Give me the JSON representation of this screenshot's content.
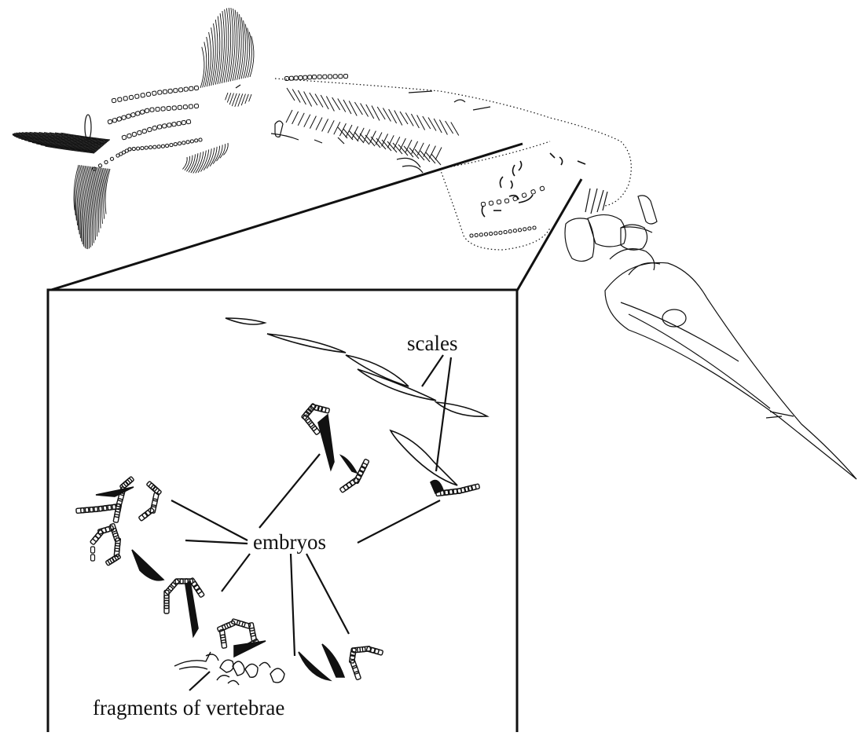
{
  "labels": {
    "scales": "scales",
    "embryos": "embryos",
    "fragments": "fragments of vertebrae"
  },
  "colors": {
    "ink": "#111111",
    "background": "#ffffff"
  }
}
